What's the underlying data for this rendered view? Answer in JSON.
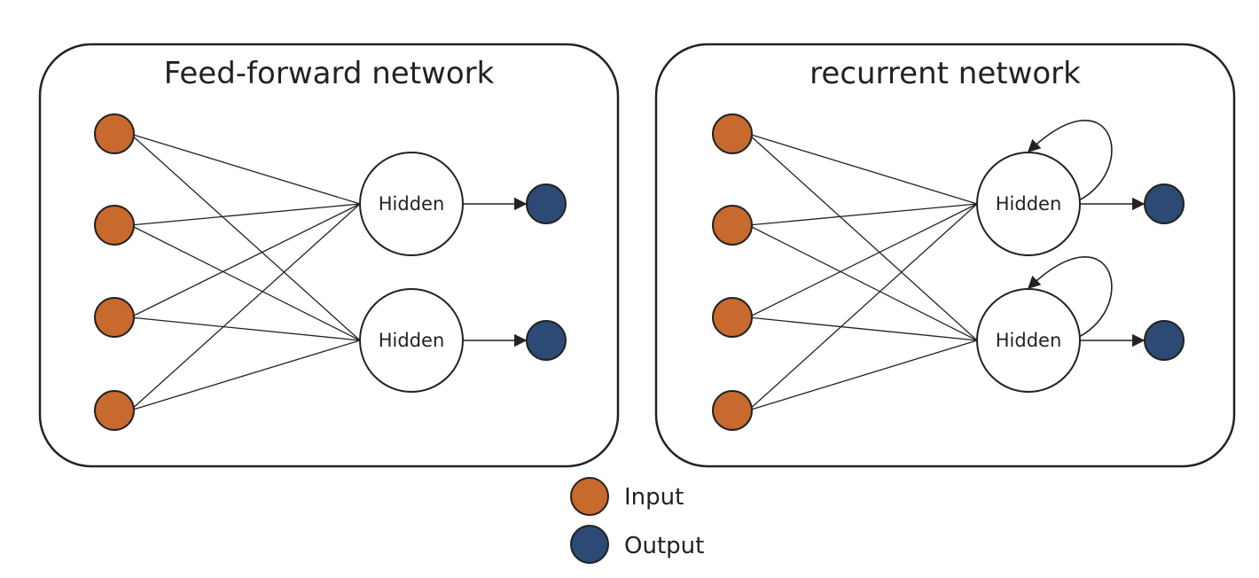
{
  "panels": [
    {
      "id": "feedforward",
      "title": "Feed-forward network",
      "recurrent": false,
      "input_count": 4,
      "hidden_labels": [
        "Hidden",
        "Hidden"
      ],
      "output_count": 2
    },
    {
      "id": "recurrent",
      "title": "recurrent network",
      "recurrent": true,
      "input_count": 4,
      "hidden_labels": [
        "Hidden",
        "Hidden"
      ],
      "output_count": 2
    }
  ],
  "legend": {
    "input_label": "Input",
    "output_label": "Output"
  },
  "colors": {
    "input": "#c8692d",
    "output": "#2c4a73",
    "stroke": "#222222"
  }
}
